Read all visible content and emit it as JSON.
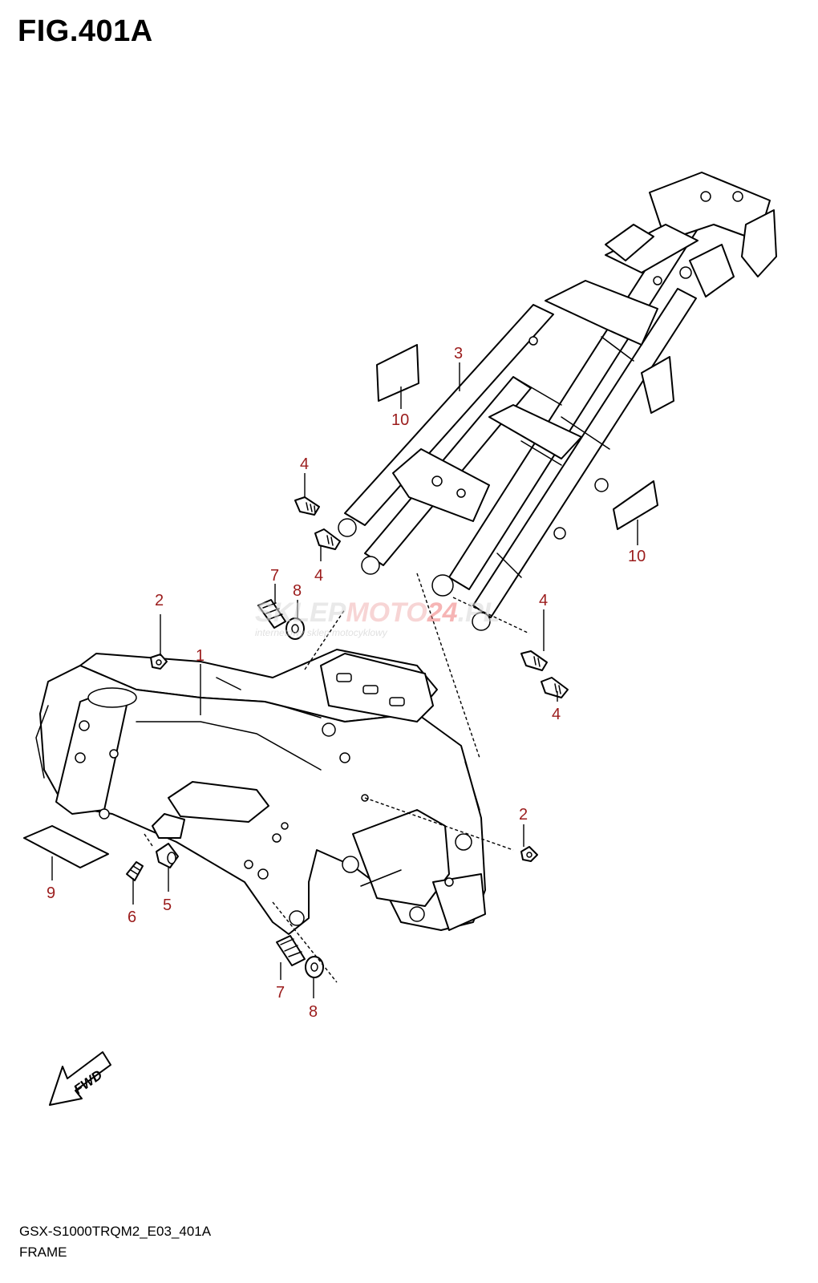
{
  "figure": {
    "title": "FIG.401A",
    "code": "GSX-S1000TRQM2_E03_401A",
    "name": "FRAME"
  },
  "callouts": [
    "1",
    "2",
    "2",
    "3",
    "4",
    "4",
    "4",
    "4",
    "5",
    "6",
    "7",
    "7",
    "8",
    "8",
    "9",
    "10",
    "10"
  ],
  "fwd_label": "FWD",
  "watermark": {
    "brand_a": "SKLEP",
    "brand_b": "MOTO",
    "brand_c": "24",
    "brand_d": ".PL",
    "tagline": "internetowy sklep motocyklowy"
  },
  "colors": {
    "callout": "#9b1c1c",
    "line": "#000000",
    "watermark": "#d0d0d0"
  }
}
